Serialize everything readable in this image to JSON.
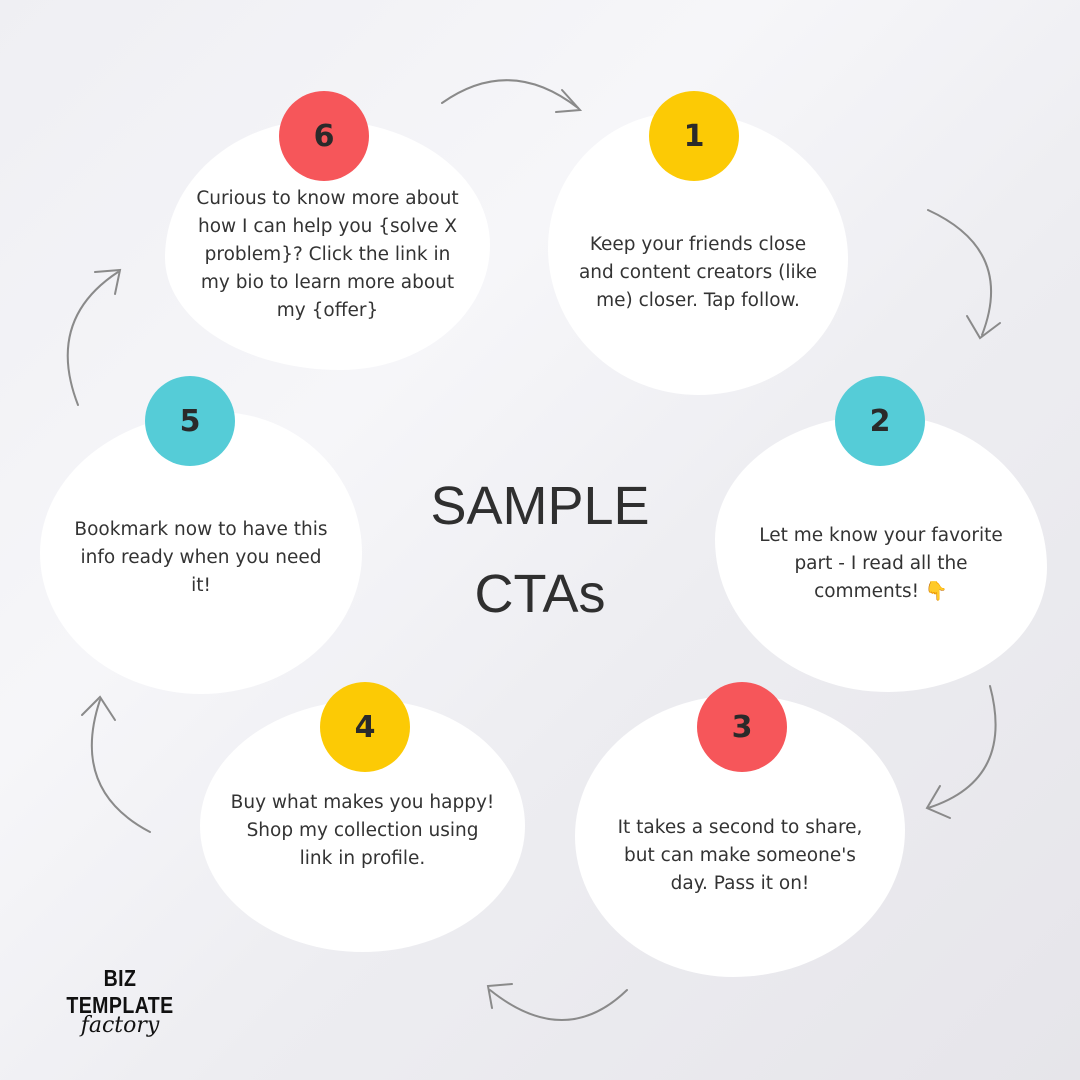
{
  "title": {
    "line1": "SAMPLE",
    "line2": "CTAs"
  },
  "steps": [
    {
      "number": "1",
      "text": "Keep your friends close and content creators (like me) closer. Tap follow.",
      "color": "#fcca05"
    },
    {
      "number": "2",
      "text": "Let me know your favorite part - I read all the comments! 👇",
      "color": "#55ccd7"
    },
    {
      "number": "3",
      "text": "It takes a second to share, but can make someone's day. Pass it on!",
      "color": "#f6565a"
    },
    {
      "number": "4",
      "text": "Buy what makes you happy! Shop my collection using link in profile.",
      "color": "#fcca05"
    },
    {
      "number": "5",
      "text": "Bookmark now to have this info ready when you need it!",
      "color": "#55ccd7"
    },
    {
      "number": "6",
      "text": "Curious to know more about how I can help you {solve X problem}? Click the link in my bio to learn more about my {offer}",
      "color": "#f6565a"
    }
  ],
  "logo": {
    "line1": "BIZ TEMPLATE",
    "line2": "factory"
  }
}
